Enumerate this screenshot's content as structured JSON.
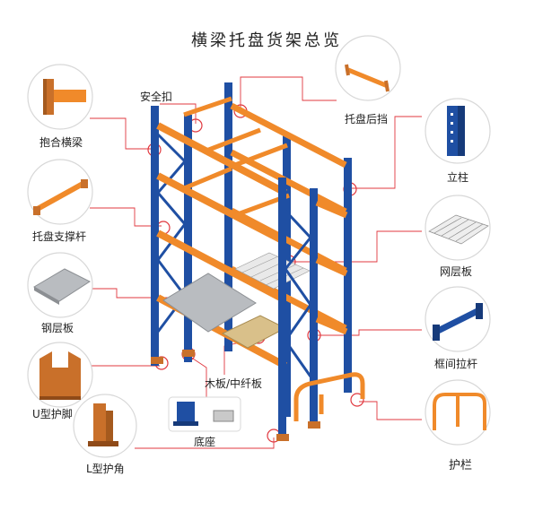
{
  "title": "横梁托盘货架总览",
  "labels": {
    "safety_pin": "安全扣",
    "hook_beam": "抱合横梁",
    "pallet_support_bar": "托盘支撑杆",
    "steel_deck": "钢层板",
    "u_protector": "U型护脚",
    "l_protector": "L型护角",
    "base_plate": "底座",
    "wood_deck": "木板/中纤板",
    "pallet_stop": "托盘后挡",
    "upright": "立柱",
    "wire_deck": "网层板",
    "frame_brace": "框间拉杆",
    "guardrail": "护栏"
  },
  "colors": {
    "upright_blue": "#1f4fa3",
    "beam_orange": "#f08a2a",
    "leader_red": "#e0383f",
    "circle_border": "#d8d8d8",
    "protector_brown": "#c9702a",
    "steel_grey": "#b9bcc0",
    "wood_tan": "#d9c08a"
  },
  "icons": [
    "pallet-stop-icon",
    "upright-icon",
    "wire-deck-icon",
    "frame-brace-icon",
    "guardrail-icon",
    "hook-beam-icon",
    "pallet-support-bar-icon",
    "steel-deck-icon",
    "u-protector-icon",
    "l-protector-icon",
    "base-plate-icon"
  ]
}
